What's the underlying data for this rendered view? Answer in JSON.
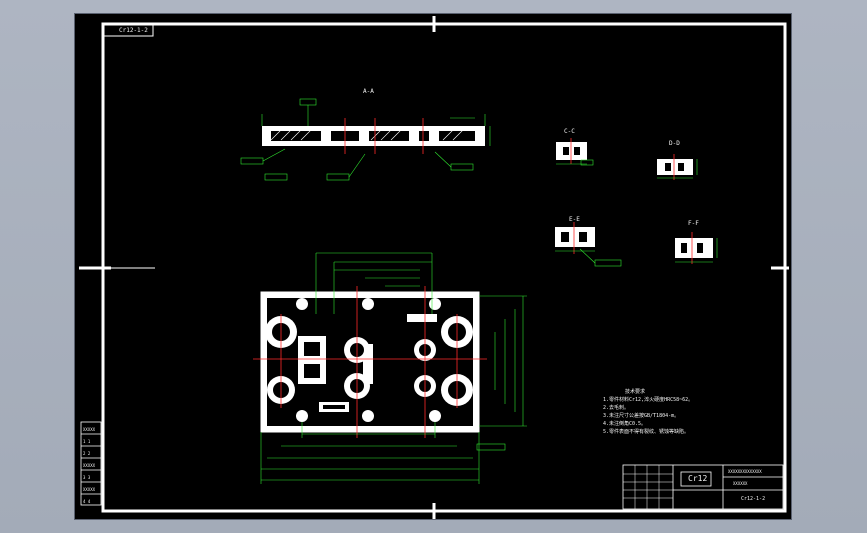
{
  "drawing": {
    "corner_tag": "Cr12-1-2",
    "section_aa": "A-A",
    "section_cc": "C-C",
    "section_dd": "D-D",
    "section_ee": "E-E",
    "section_ff": "F-F",
    "material": "Cr12",
    "title_line1": "XXXXXXXXXXXXXX",
    "title_line2": "XXXXXX",
    "drawing_no": "Cr12-1-2",
    "tech_req_title": "技术要求",
    "tech_req_lines": [
      "1.零件材料Cr12,淬火硬度HRC58~62。",
      "2.去毛刺。",
      "3.未注尺寸公差按GB/T1804-m。",
      "4.未注倒角C0.5。",
      "5.零件表面不得有裂纹、锈蚀等缺陷。"
    ],
    "left_table": [
      "XXXXX",
      "1 1",
      "2 2",
      "XXXXX",
      "3 3",
      "XXXXX",
      "4 4"
    ]
  }
}
